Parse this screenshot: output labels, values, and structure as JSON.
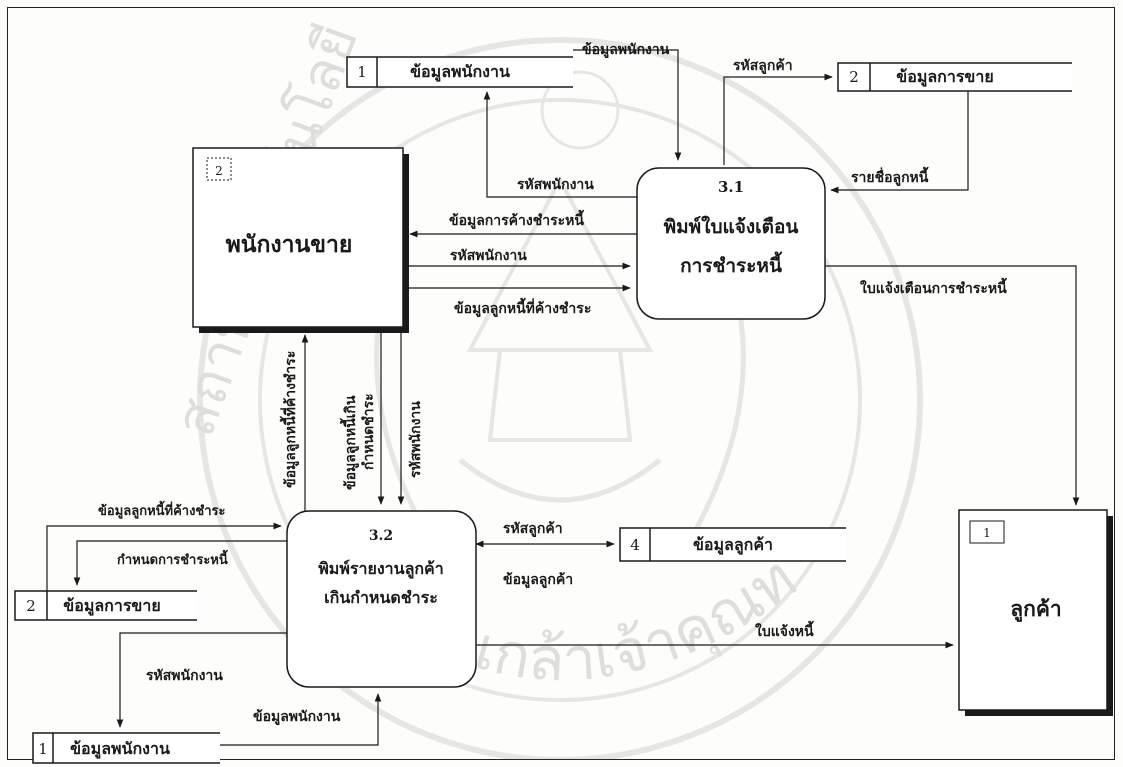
{
  "stores": {
    "d1_top": {
      "id": "1",
      "label": "ข้อมูลพนักงาน"
    },
    "d2_top": {
      "id": "2",
      "label": "ข้อมูลการขาย"
    },
    "d4": {
      "id": "4",
      "label": "ข้อมูลลูกค้า"
    },
    "d2_left": {
      "id": "2",
      "label": "ข้อมูลการขาย"
    },
    "d1_bottom": {
      "id": "1",
      "label": "ข้อมูลพนักงาน"
    }
  },
  "entities": {
    "sales_staff": {
      "id": "2",
      "label": "พนักงานขาย"
    },
    "customer": {
      "id": "1",
      "label": "ลูกค้า"
    }
  },
  "processes": {
    "p31": {
      "id": "3.1",
      "line1": "พิมพ์ใบแจ้งเตือน",
      "line2": "การชำระหนี้"
    },
    "p32": {
      "id": "3.2",
      "line1": "พิมพ์รายงานลูกค้า",
      "line2": "เกินกำหนดชำระ"
    }
  },
  "flows": {
    "employee_data_top": "ข้อมูลพนักงาน",
    "customer_code_top": "รหัสลูกค้า",
    "employee_code_top": "รหัสพนักงาน",
    "debtor_list": "รายชื่อลูกหนี้",
    "debt_overdue_data": "ข้อมูลการค้างชำระหนี้",
    "employee_code_mid": "รหัสพนักงาน",
    "debtor_overdue_data_mid": "ข้อมูลลูกหนี้ที่ค้างชำระ",
    "payment_notice": "ใบแจ้งเตือนการชำระหนี้",
    "vert_debtor_overdue": "ข้อมูลลูกหนี้ที่ค้างชำระ",
    "vert_overdue_debtor_1": "ข้อมูลลูกหนี้เกิน",
    "vert_overdue_debtor_2": "กำหนดชำระ",
    "vert_employee_code": "รหัสพนักงาน",
    "left_debtor_overdue": "ข้อมูลลูกหนี้ที่ค้างชำระ",
    "left_payment_due": "กำหนดการชำระหนี้",
    "customer_code_32": "รหัสลูกค้า",
    "customer_data_32": "ข้อมูลลูกค้า",
    "debt_notice": "ใบแจ้งหนี้",
    "employee_code_bottom": "รหัสพนักงาน",
    "employee_data_bottom": "ข้อมูลพนักงาน"
  },
  "watermark": {
    "arc_text": "ระจอมเกล้าเจ้าคุณทหาร",
    "left_text": "สถาบันเทคโนโลยี"
  }
}
